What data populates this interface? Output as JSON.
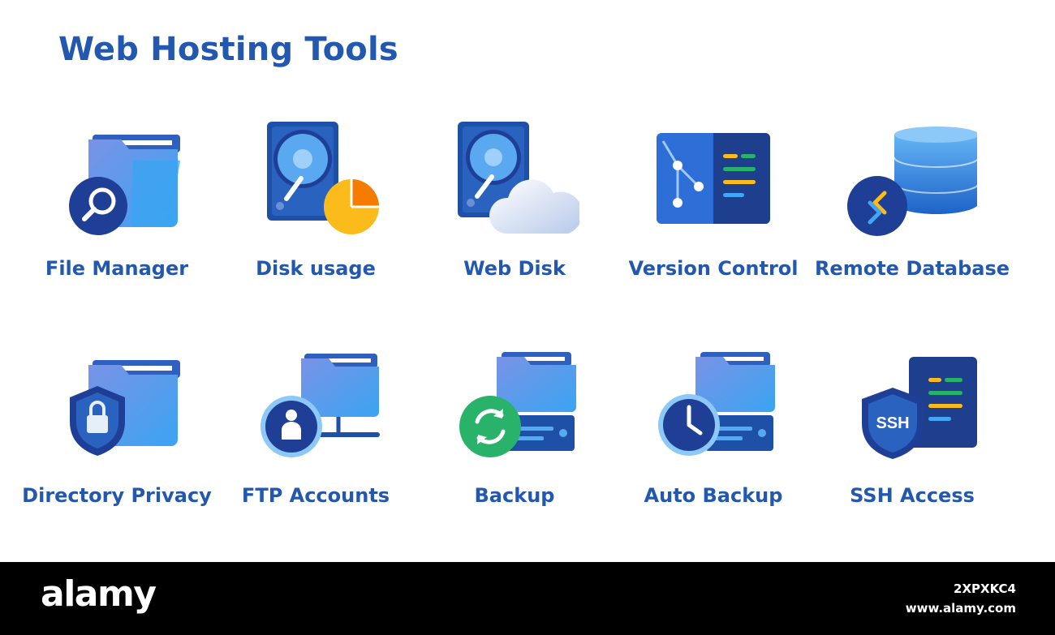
{
  "title": "Web Hosting Tools",
  "tools": [
    {
      "label": "File Manager",
      "icon": "folder-search-icon"
    },
    {
      "label": "Disk usage",
      "icon": "hard-drive-pie-icon"
    },
    {
      "label": "Web Disk",
      "icon": "hard-drive-cloud-icon"
    },
    {
      "label": "Version Control",
      "icon": "git-branch-code-icon"
    },
    {
      "label": "Remote Database",
      "icon": "database-remote-icon"
    },
    {
      "label": "Directory Privacy",
      "icon": "folder-lock-shield-icon"
    },
    {
      "label": "FTP Accounts",
      "icon": "folder-network-user-icon"
    },
    {
      "label": "Backup",
      "icon": "folder-server-sync-icon"
    },
    {
      "label": "Auto Backup",
      "icon": "folder-server-clock-icon"
    },
    {
      "label": "SSH Access",
      "icon": "ssh-shield-terminal-icon",
      "badge": "SSH"
    }
  ],
  "footer": {
    "brand": "alamy",
    "stock_id": "2XPXKC4",
    "site": "www.alamy.com"
  },
  "colors": {
    "primary": "#2358ae",
    "dark_blue": "#1e4494",
    "light_blue": "#42a5f5",
    "yellow": "#fbbc1b",
    "orange": "#f57c00",
    "green": "#29b36a",
    "footer_bg": "#000000"
  }
}
